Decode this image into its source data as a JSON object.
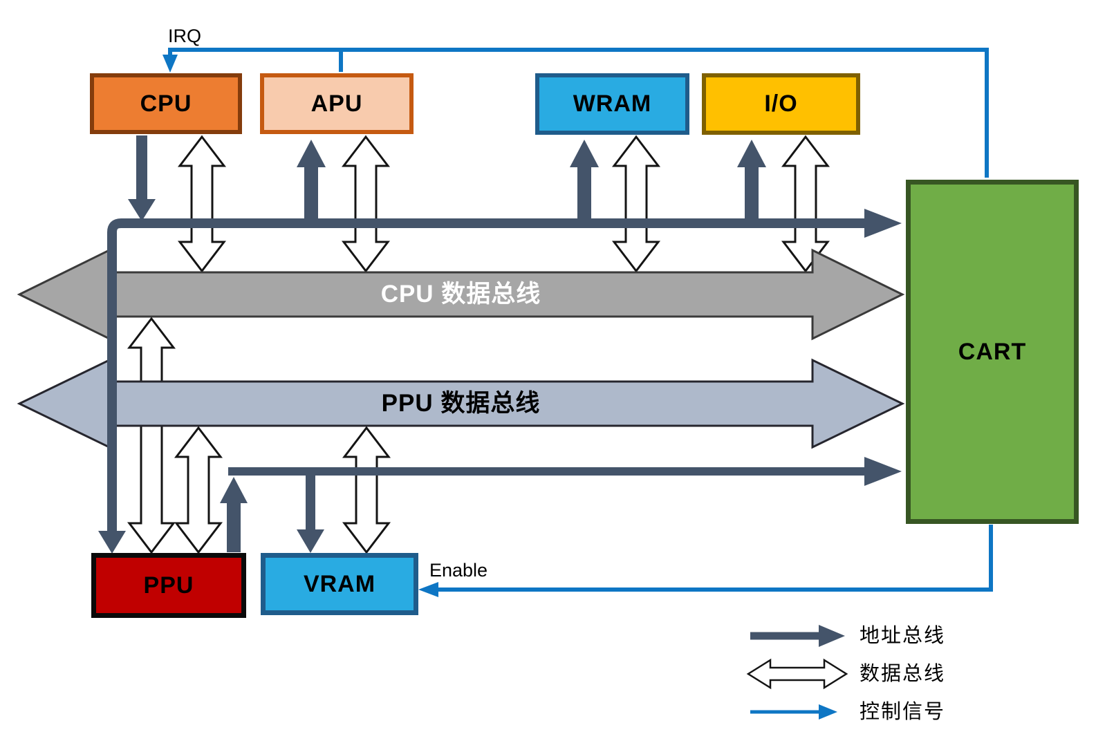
{
  "blocks": {
    "cpu": {
      "label": "CPU"
    },
    "apu": {
      "label": "APU"
    },
    "wram": {
      "label": "WRAM"
    },
    "io": {
      "label": "I/O"
    },
    "cart": {
      "label": "CART"
    },
    "ppu": {
      "label": "PPU"
    },
    "vram": {
      "label": "VRAM"
    }
  },
  "buses": {
    "cpu_data_bus": {
      "label": "CPU 数据总线"
    },
    "ppu_data_bus": {
      "label": "PPU 数据总线"
    }
  },
  "signals": {
    "irq": {
      "label": "IRQ"
    },
    "enable": {
      "label": "Enable"
    }
  },
  "legend": {
    "address_bus": {
      "label": "地址总线"
    },
    "data_bus": {
      "label": "数据总线"
    },
    "control_signal": {
      "label": "控制信号"
    }
  },
  "colors": {
    "address_bus": "#44546A",
    "control_signal": "#0E76C4",
    "cpu_data_bus_fill": "#A6A6A6",
    "ppu_data_bus_fill": "#AEB9CB",
    "cpu_fill": "#ED7D31",
    "cpu_border": "#843C0C",
    "apu_fill": "#F8CBAD",
    "apu_border": "#C55A11",
    "wram_fill": "#29ABE2",
    "wram_border": "#1F5C8B",
    "io_fill": "#FFC000",
    "io_border": "#7F6000",
    "cart_fill": "#70AD47",
    "cart_border": "#375623",
    "ppu_fill": "#C00000",
    "ppu_border": "#0A0A0A",
    "vram_fill": "#29ABE2",
    "vram_border": "#1F5C8B"
  }
}
